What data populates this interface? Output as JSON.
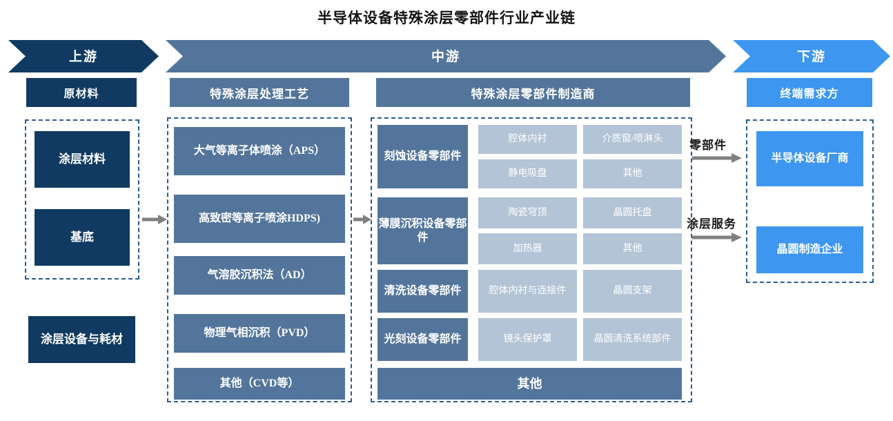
{
  "title": "半导体设备特殊涂层零部件行业产业链",
  "colors": {
    "navy": "#103a61",
    "slate": "#53759b",
    "light_blue": "#b3c4d6",
    "bright_blue": "#3d96ef",
    "dashed_border": "#2b5b8c",
    "arrow_gray": "#808080",
    "text_dark": "#141414"
  },
  "stages": {
    "upstream": "上游",
    "midstream": "中游",
    "downstream": "下游"
  },
  "upstream": {
    "header": "原材料",
    "grouped_items": [
      {
        "label": "涂层材料"
      },
      {
        "label": "基底"
      }
    ],
    "standalone_item": "涂层设备与耗材"
  },
  "process": {
    "header": "特殊涂层处理工艺",
    "items": [
      {
        "label": "大气等离子体喷涂（APS）"
      },
      {
        "label": "高致密等离子喷涂HDPS)"
      },
      {
        "label": "气溶胶沉积法（AD）"
      },
      {
        "label": "物理气相沉积（PVD）"
      },
      {
        "label": "其他（CVD等）"
      }
    ]
  },
  "manufacturers": {
    "header": "特殊涂层零部件制造商",
    "categories": [
      {
        "label": "刻蚀设备零部件",
        "parts": [
          "腔体内衬",
          "介质窗/喷淋头",
          "静电吸盘",
          "其他"
        ]
      },
      {
        "label": "薄膜沉积设备零部件",
        "parts": [
          "陶瓷穹顶",
          "晶圆托盘",
          "加热器",
          "其他"
        ]
      },
      {
        "label": "清洗设备零部件",
        "parts": [
          "腔体内衬与连接件",
          "晶圆支架"
        ]
      },
      {
        "label": "光刻设备零部件",
        "parts": [
          "镜头保护罩",
          "晶圆清洗系统部件"
        ]
      }
    ],
    "other": "其他"
  },
  "downstream": {
    "header": "终端需求方",
    "items": [
      {
        "label": "半导体设备厂商"
      },
      {
        "label": "晶圆制造企业"
      }
    ]
  },
  "flows": [
    {
      "label": "零部件"
    },
    {
      "label": "涂层服务"
    }
  ]
}
